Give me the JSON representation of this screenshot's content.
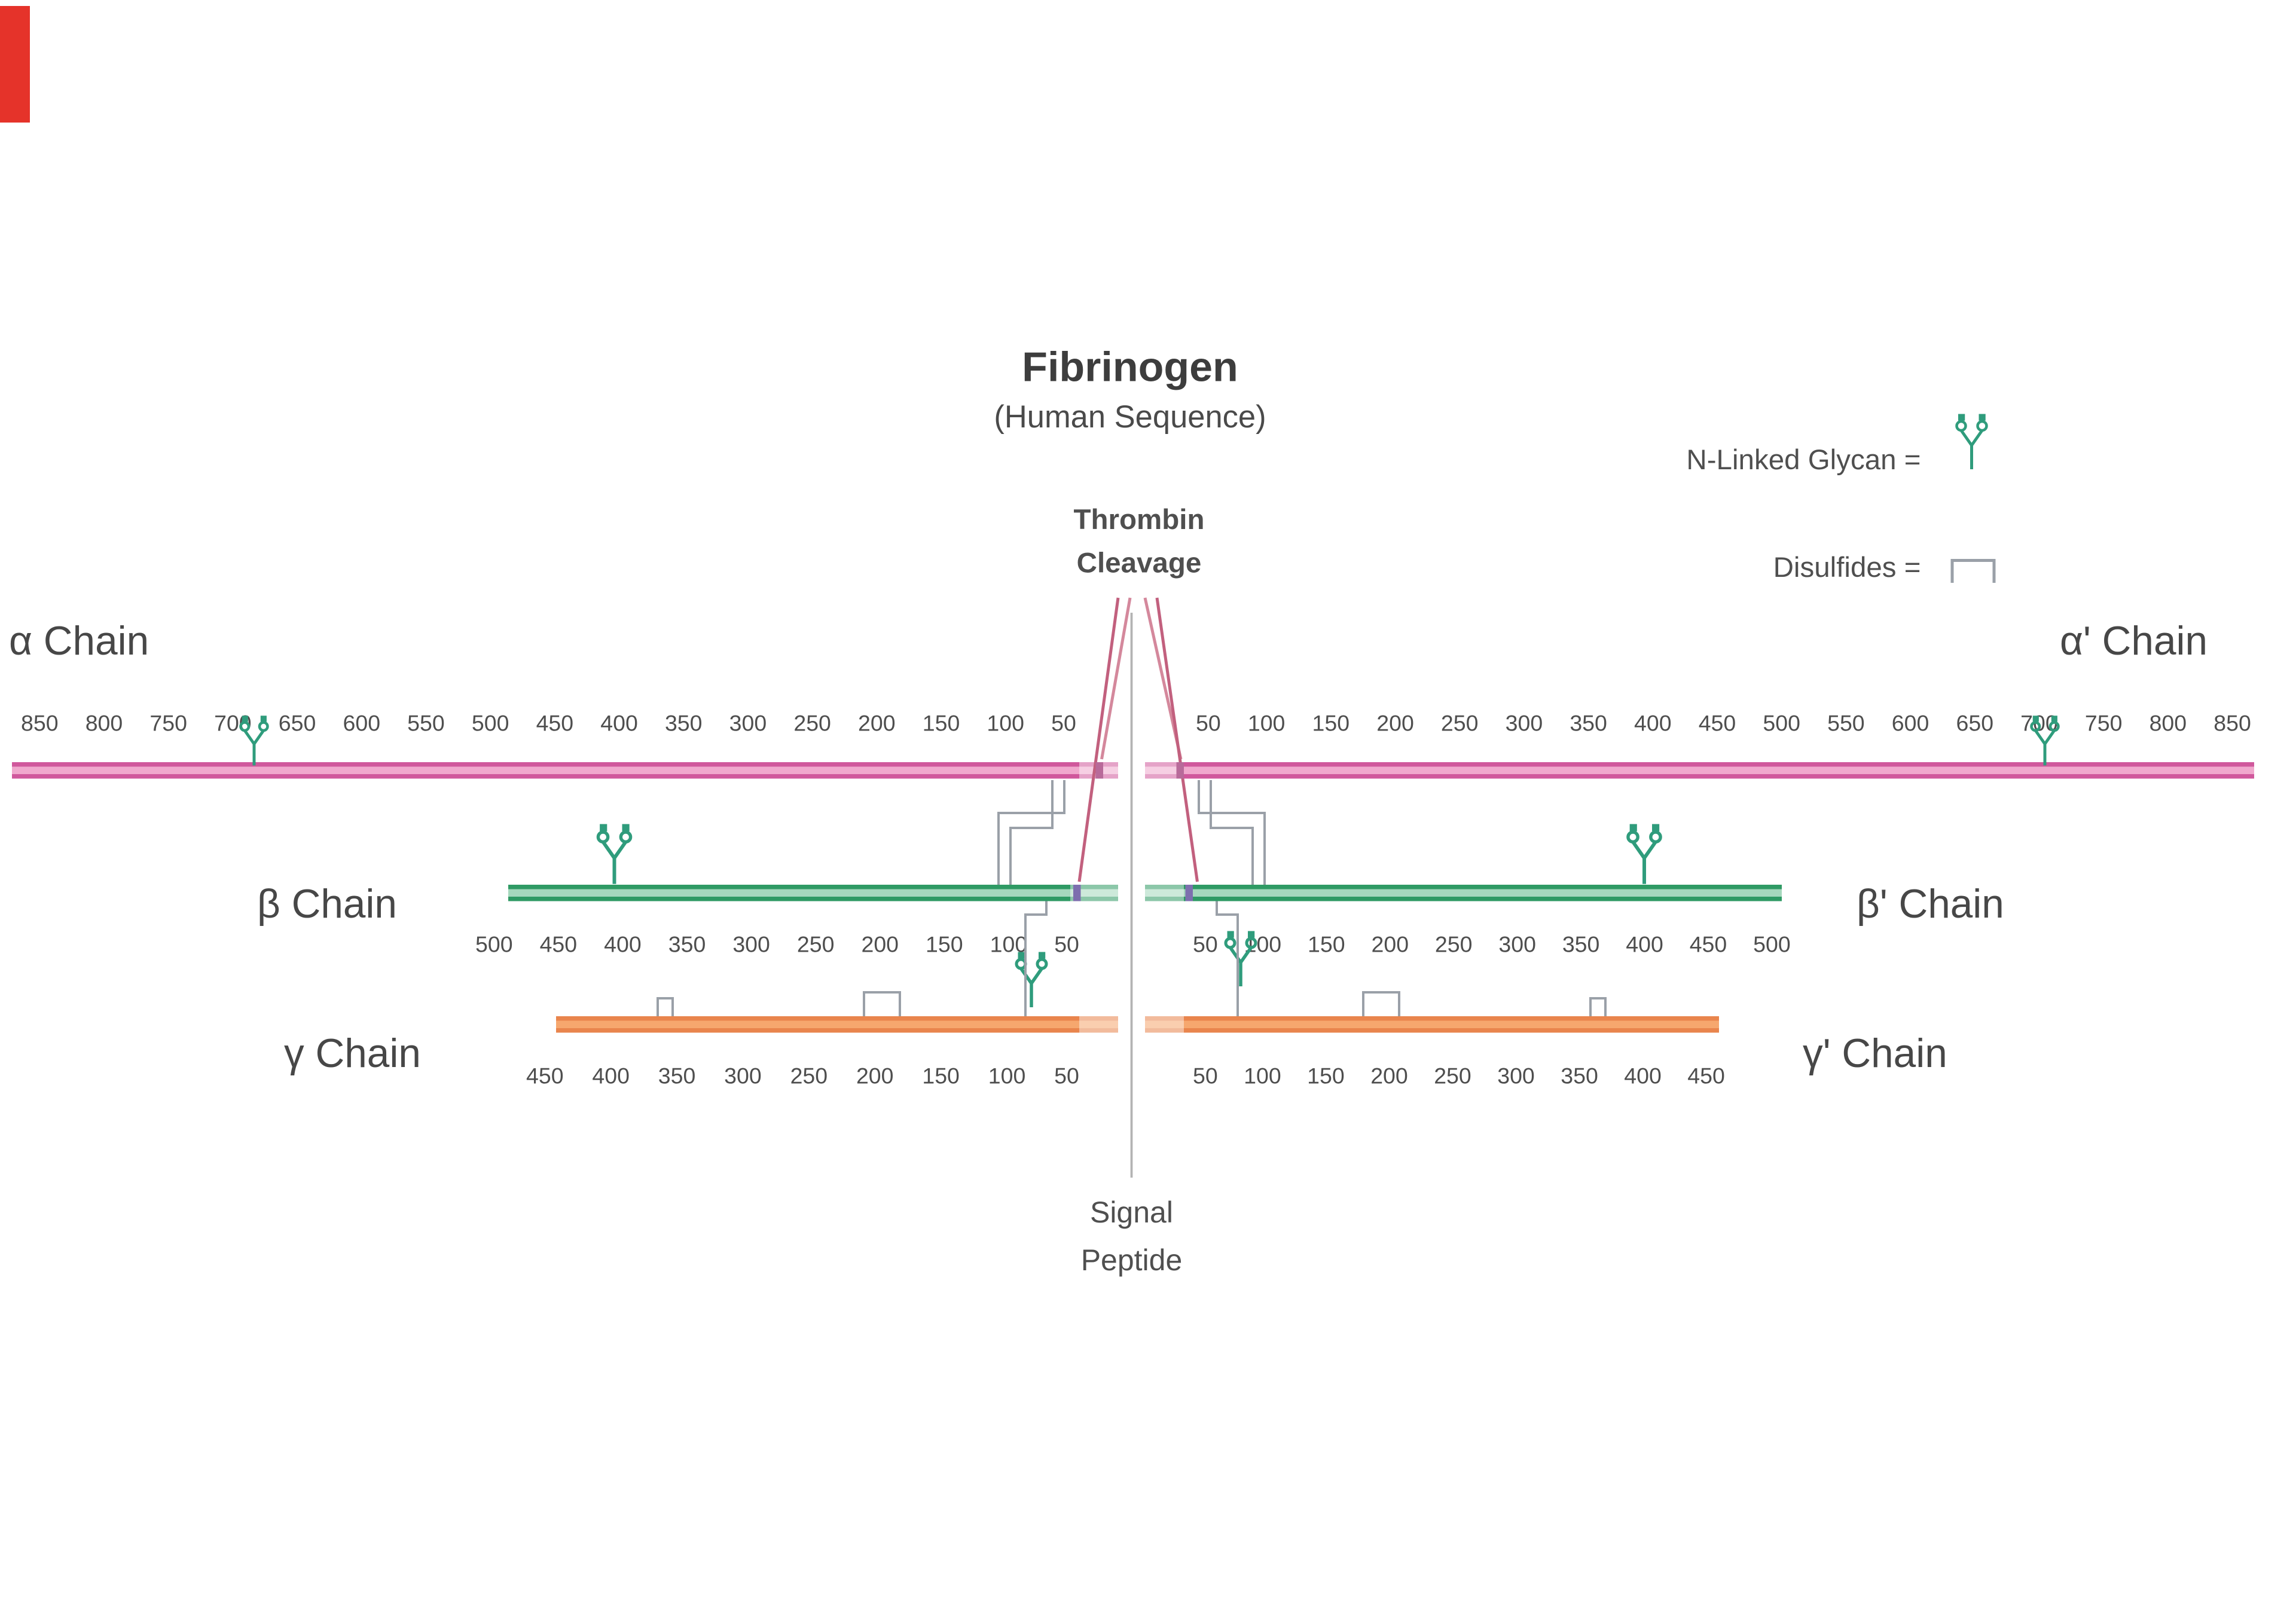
{
  "title": "Fibrinogen",
  "subtitle": "(Human Sequence)",
  "annotations": {
    "thrombin_label": "Thrombin\nCleavage",
    "signal_label": "Signal\nPeptide"
  },
  "legend": {
    "glycan_label": "N-Linked Glycan =",
    "disulfides_label": "Disulfides =",
    "glycan_color": "#2f9c7c",
    "disulfide_color": "#9aa0a8"
  },
  "chains": [
    {
      "name": "alpha",
      "left_label": "α Chain",
      "right_label": "α' Chain",
      "fill": "#f0a8cd",
      "edge": "#d0589c",
      "left_ticks": [
        "850",
        "800",
        "750",
        "700",
        "650",
        "600",
        "550",
        "500",
        "450",
        "400",
        "350",
        "300",
        "250",
        "200",
        "150",
        "100",
        "50"
      ],
      "right_ticks": [
        "50",
        "100",
        "150",
        "200",
        "250",
        "300",
        "350",
        "400",
        "450",
        "500",
        "550",
        "600",
        "650",
        "700",
        "750",
        "800",
        "850"
      ]
    },
    {
      "name": "beta",
      "left_label": "β Chain",
      "right_label": "β' Chain",
      "fill": "#a6d8bd",
      "edge": "#2f9a64",
      "left_ticks": [
        "500",
        "450",
        "400",
        "350",
        "300",
        "250",
        "200",
        "150",
        "100",
        "50"
      ],
      "right_ticks": [
        "50",
        "100",
        "150",
        "200",
        "250",
        "300",
        "350",
        "400",
        "450",
        "500"
      ]
    },
    {
      "name": "gamma",
      "left_label": "γ Chain",
      "right_label": "γ' Chain",
      "fill": "#f6a76e",
      "edge": "#e9854d",
      "left_ticks": [
        "450",
        "400",
        "350",
        "300",
        "250",
        "200",
        "150",
        "100",
        "50"
      ],
      "right_ticks": [
        "50",
        "100",
        "150",
        "200",
        "250",
        "300",
        "350",
        "400",
        "450"
      ]
    }
  ]
}
